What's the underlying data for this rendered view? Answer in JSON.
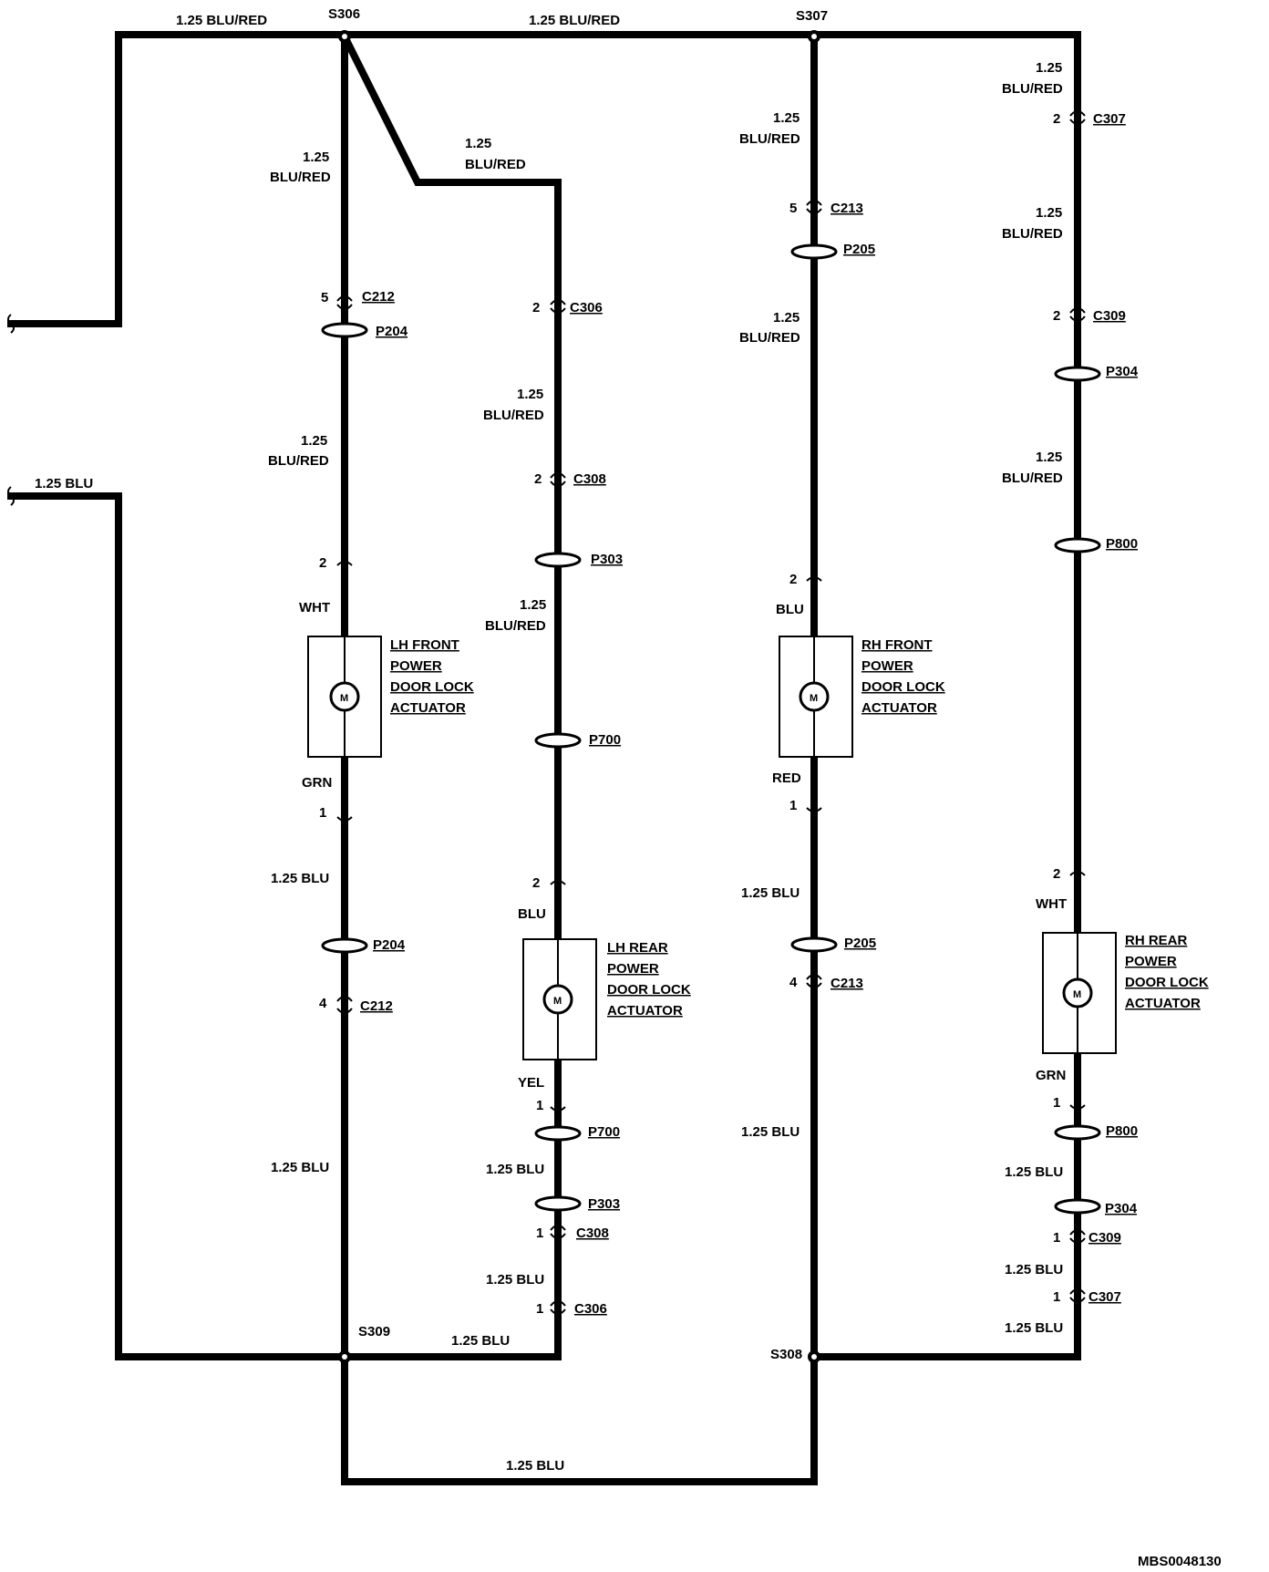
{
  "splices": {
    "s306": "S306",
    "s307": "S307",
    "s308": "S308",
    "s309": "S309"
  },
  "top_wires": {
    "left": "1.25 BLU/RED",
    "mid": "1.25 BLU/RED"
  },
  "left_stub": {
    "blu": "1.25 BLU"
  },
  "bottom_wires": {
    "s309_c306": "1.25 BLU",
    "s309_s308": "1.25 BLU"
  },
  "figure_id": "MBS0048130",
  "lh_front": {
    "wire_upper": [
      "1.25",
      "BLU/RED"
    ],
    "c212_pin_top": "5",
    "c212": "C212",
    "p204_top": "P204",
    "wire_mid": [
      "1.25",
      "BLU/RED"
    ],
    "pin2": "2",
    "color_top": "WHT",
    "actuator": [
      "LH FRONT",
      "POWER",
      "DOOR LOCK",
      "ACTUATOR"
    ],
    "motor": "M",
    "color_bottom": "GRN",
    "pin1": "1",
    "wire_lower": "1.25 BLU",
    "p204_bottom": "P204",
    "c212_pin_bottom": "4",
    "c212_bottom": "C212",
    "wire_bottom": "1.25 BLU"
  },
  "lh_rear": {
    "wire_branch": [
      "1.25",
      "BLU/RED"
    ],
    "c306_pin_top": "2",
    "c306_top": "C306",
    "wire_a": [
      "1.25",
      "BLU/RED"
    ],
    "c308_pin_top": "2",
    "c308_top": "C308",
    "p303_top": "P303",
    "wire_b": [
      "1.25",
      "BLU/RED"
    ],
    "p700_top": "P700",
    "pin2": "2",
    "color_top": "BLU",
    "actuator": [
      "LH REAR",
      "POWER",
      "DOOR LOCK",
      "ACTUATOR"
    ],
    "motor": "M",
    "color_bottom": "YEL",
    "pin1": "1",
    "p700_bottom": "P700",
    "wire_c": "1.25 BLU",
    "p303_bottom": "P303",
    "c308_pin_bottom": "1",
    "c308_bottom": "C308",
    "wire_d": "1.25 BLU",
    "c306_pin_bottom": "1",
    "c306_bottom": "C306"
  },
  "rh_front": {
    "wire_upper": [
      "1.25",
      "BLU/RED"
    ],
    "c213_pin_top": "5",
    "c213_top": "C213",
    "p205_top": "P205",
    "wire_mid": [
      "1.25",
      "BLU/RED"
    ],
    "pin2": "2",
    "color_top": "BLU",
    "actuator": [
      "RH FRONT",
      "POWER",
      "DOOR LOCK",
      "ACTUATOR"
    ],
    "motor": "M",
    "color_bottom": "RED",
    "pin1": "1",
    "wire_lower": "1.25 BLU",
    "p205_bottom": "P205",
    "c213_pin_bottom": "4",
    "c213_bottom": "C213",
    "wire_bottom": "1.25 BLU"
  },
  "rh_rear": {
    "wire_a": [
      "1.25",
      "BLU/RED"
    ],
    "c307_pin_top": "2",
    "c307_top": "C307",
    "wire_b": [
      "1.25",
      "BLU/RED"
    ],
    "c309_pin_top": "2",
    "c309_top": "C309",
    "p304_top": "P304",
    "wire_c": [
      "1.25",
      "BLU/RED"
    ],
    "p800_top": "P800",
    "pin2": "2",
    "color_top": "WHT",
    "actuator": [
      "RH REAR",
      "POWER",
      "DOOR LOCK",
      "ACTUATOR"
    ],
    "motor": "M",
    "color_bottom": "GRN",
    "pin1": "1",
    "p800_bottom": "P800",
    "wire_d": "1.25 BLU",
    "p304_bottom": "P304",
    "c309_pin_bottom": "1",
    "c309_bottom": "C309",
    "wire_e": "1.25 BLU",
    "c307_pin_bottom": "1",
    "c307_bottom": "C307",
    "wire_f": "1.25 BLU"
  }
}
